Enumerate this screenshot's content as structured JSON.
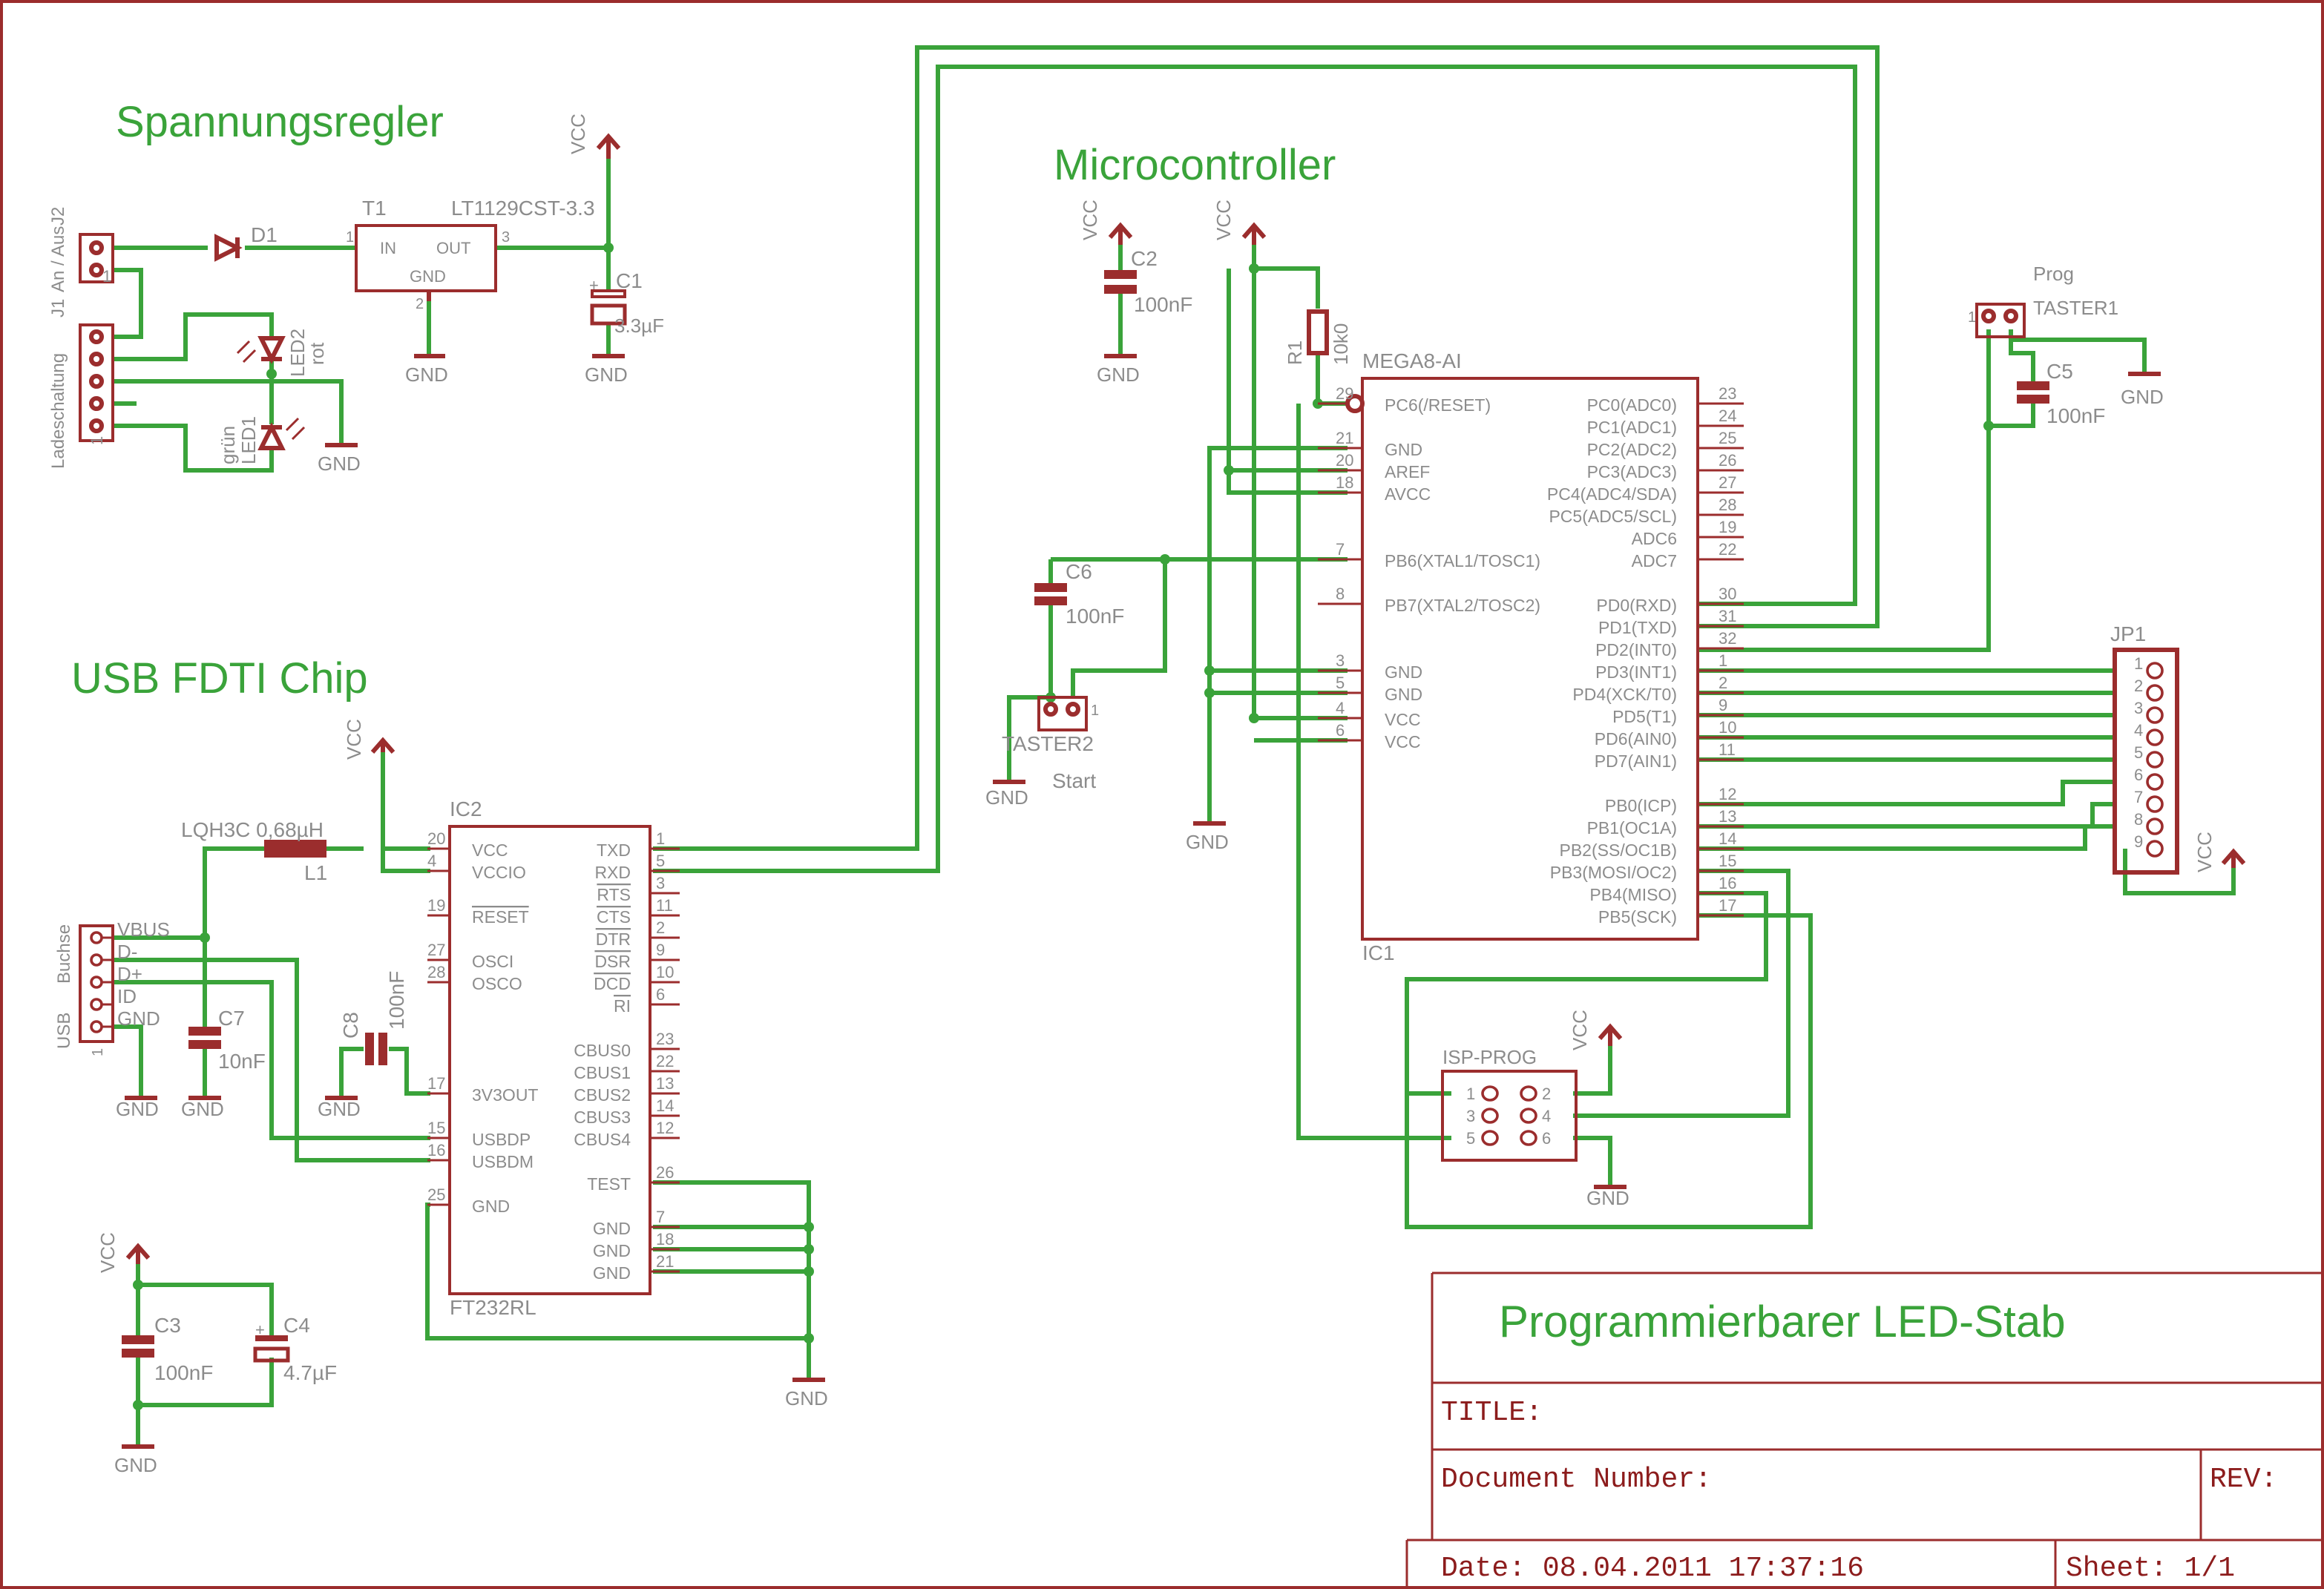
{
  "sections": {
    "regulator": "Spannungsregler",
    "microcontroller": "Microcontroller",
    "usb": "USB FDTI Chip"
  },
  "nets": {
    "vcc": "VCC",
    "gnd": "GND"
  },
  "parts": {
    "j2": "J2",
    "j2_label": "An / Aus",
    "j1": "J1",
    "j1_label": "Ladeschaltung",
    "d1": "D1",
    "t1": "T1",
    "t1_value": "LT1129CST-3.3",
    "t1_in": "IN",
    "t1_out": "OUT",
    "t1_gnd": "GND",
    "c1": "C1",
    "c1_value": "3.3µF",
    "led2": "LED2",
    "led2_color": "rot",
    "led1": "LED1",
    "led1_color": "grün",
    "c2": "C2",
    "c2_value": "100nF",
    "r1": "R1",
    "r1_value": "10k0",
    "c6": "C6",
    "c6_value": "100nF",
    "taster2": "TASTER2",
    "taster2_label": "Start",
    "taster1": "TASTER1",
    "taster1_label": "Prog",
    "c5": "C5",
    "c5_value": "100nF",
    "ic1": "IC1",
    "ic1_value": "MEGA8-AI",
    "jp1": "JP1",
    "ic2": "IC2",
    "ic2_value": "FT232RL",
    "l1": "L1",
    "l1_value": "LQH3C 0,68µH",
    "usb": "USB",
    "usb_label": "Buchse",
    "c7": "C7",
    "c7_value": "10nF",
    "c8": "C8",
    "c8_value": "100nF",
    "c3": "C3",
    "c3_value": "100nF",
    "c4": "C4",
    "c4_value": "4.7µF",
    "isp": "ISP-PROG"
  },
  "ic1_left": [
    {
      "num": "29",
      "name": "PC6(/RESET)"
    },
    {
      "num": "21",
      "name": "GND"
    },
    {
      "num": "20",
      "name": "AREF"
    },
    {
      "num": "18",
      "name": "AVCC"
    },
    {
      "num": "7",
      "name": "PB6(XTAL1/TOSC1)"
    },
    {
      "num": "8",
      "name": "PB7(XTAL2/TOSC2)"
    },
    {
      "num": "3",
      "name": "GND"
    },
    {
      "num": "5",
      "name": "GND"
    },
    {
      "num": "4",
      "name": "VCC"
    },
    {
      "num": "6",
      "name": "VCC"
    }
  ],
  "ic1_right": [
    {
      "num": "23",
      "name": "PC0(ADC0)"
    },
    {
      "num": "24",
      "name": "PC1(ADC1)"
    },
    {
      "num": "25",
      "name": "PC2(ADC2)"
    },
    {
      "num": "26",
      "name": "PC3(ADC3)"
    },
    {
      "num": "27",
      "name": "PC4(ADC4/SDA)"
    },
    {
      "num": "28",
      "name": "PC5(ADC5/SCL)"
    },
    {
      "num": "19",
      "name": "ADC6"
    },
    {
      "num": "22",
      "name": "ADC7"
    },
    {
      "num": "30",
      "name": "PD0(RXD)"
    },
    {
      "num": "31",
      "name": "PD1(TXD)"
    },
    {
      "num": "32",
      "name": "PD2(INT0)"
    },
    {
      "num": "1",
      "name": "PD3(INT1)"
    },
    {
      "num": "2",
      "name": "PD4(XCK/T0)"
    },
    {
      "num": "9",
      "name": "PD5(T1)"
    },
    {
      "num": "10",
      "name": "PD6(AIN0)"
    },
    {
      "num": "11",
      "name": "PD7(AIN1)"
    },
    {
      "num": "12",
      "name": "PB0(ICP)"
    },
    {
      "num": "13",
      "name": "PB1(OC1A)"
    },
    {
      "num": "14",
      "name": "PB2(SS/OC1B)"
    },
    {
      "num": "15",
      "name": "PB3(MOSI/OC2)"
    },
    {
      "num": "16",
      "name": "PB4(MISO)"
    },
    {
      "num": "17",
      "name": "PB5(SCK)"
    }
  ],
  "ic2_left": [
    {
      "num": "20",
      "name": "VCC"
    },
    {
      "num": "4",
      "name": "VCCIO"
    },
    {
      "num": "19",
      "name": "RESET"
    },
    {
      "num": "27",
      "name": "OSCI"
    },
    {
      "num": "28",
      "name": "OSCO"
    },
    {
      "num": "17",
      "name": "3V3OUT"
    },
    {
      "num": "15",
      "name": "USBDP"
    },
    {
      "num": "16",
      "name": "USBDM"
    },
    {
      "num": "25",
      "name": "GND"
    }
  ],
  "ic2_right": [
    {
      "num": "1",
      "name": "TXD"
    },
    {
      "num": "5",
      "name": "RXD"
    },
    {
      "num": "3",
      "name": "RTS"
    },
    {
      "num": "11",
      "name": "CTS"
    },
    {
      "num": "2",
      "name": "DTR"
    },
    {
      "num": "9",
      "name": "DSR"
    },
    {
      "num": "10",
      "name": "DCD"
    },
    {
      "num": "6",
      "name": "RI"
    },
    {
      "num": "23",
      "name": "CBUS0"
    },
    {
      "num": "22",
      "name": "CBUS1"
    },
    {
      "num": "13",
      "name": "CBUS2"
    },
    {
      "num": "14",
      "name": "CBUS3"
    },
    {
      "num": "12",
      "name": "CBUS4"
    },
    {
      "num": "26",
      "name": "TEST"
    },
    {
      "num": "7",
      "name": "GND"
    },
    {
      "num": "18",
      "name": "GND"
    },
    {
      "num": "21",
      "name": "GND"
    }
  ],
  "usb_pins": [
    "VBUS",
    "D-",
    "D+",
    "ID",
    "GND"
  ],
  "jp1_pins": [
    "1",
    "2",
    "3",
    "4",
    "5",
    "6",
    "7",
    "8",
    "9"
  ],
  "isp_pins": [
    "1",
    "2",
    "3",
    "4",
    "5",
    "6"
  ],
  "title_block": {
    "project": "Programmierbarer LED-Stab",
    "title": "TITLE:",
    "document": "Document Number:",
    "rev": "REV:",
    "date": "Date: 08.04.2011 17:37:16",
    "sheet": "Sheet: 1/1"
  }
}
